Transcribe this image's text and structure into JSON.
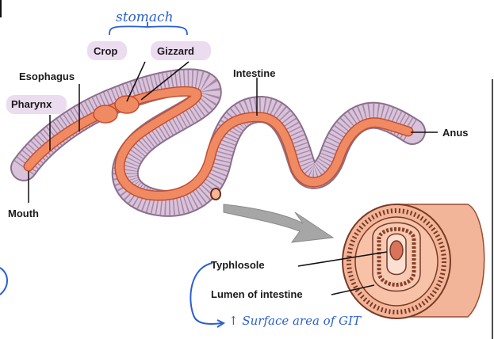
{
  "labels": {
    "crop": "Crop",
    "gizzard": "Gizzard",
    "esophagus": "Esophagus",
    "pharynx": "Pharynx",
    "intestine": "Intestine",
    "anus": "Anus",
    "mouth": "Mouth",
    "typhlosole": "Typhlosole",
    "lumen": "Lumen of intestine"
  },
  "annotations": {
    "stomach": "stomach",
    "surface_area": "↑ Surface area of GIT"
  },
  "colors": {
    "body": "#d9c3da",
    "body_edge": "#8a6f8c",
    "gut": "#f08a62",
    "gut_edge": "#c44f2f",
    "highlight": "#ecdcef",
    "handwriting": "#2b5fd0",
    "arrow": "#a6a6a6"
  }
}
